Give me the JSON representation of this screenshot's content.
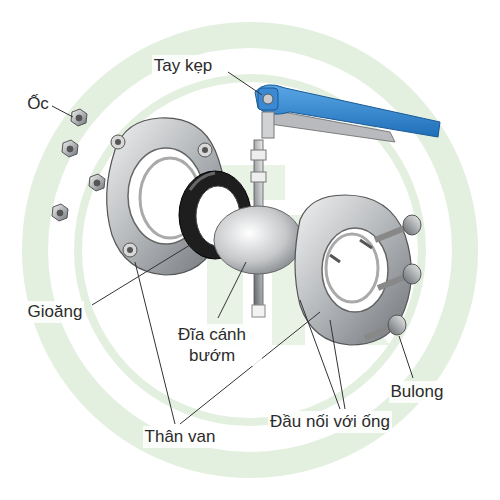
{
  "diagram": {
    "labels": [
      "Tay kẹp",
      "Ốc",
      "Gioăng",
      "Đĩa cánh bướm",
      "Bulong",
      "Thân van",
      "Đầu nối với ống"
    ]
  }
}
